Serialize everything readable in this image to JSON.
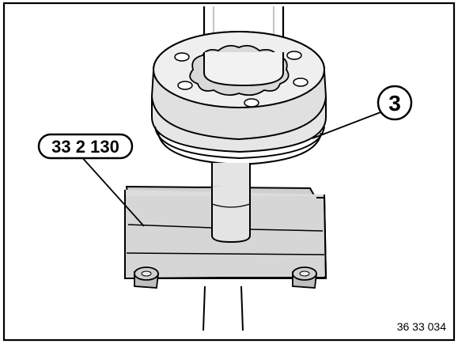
{
  "callouts": {
    "part_number": "3",
    "tool_number": "33 2 130"
  },
  "figure_reference": "36 33 034",
  "colors": {
    "line": "#000000",
    "fill_light": "#e6e6e6",
    "fill_mid": "#cfcfcf",
    "background": "#ffffff"
  }
}
